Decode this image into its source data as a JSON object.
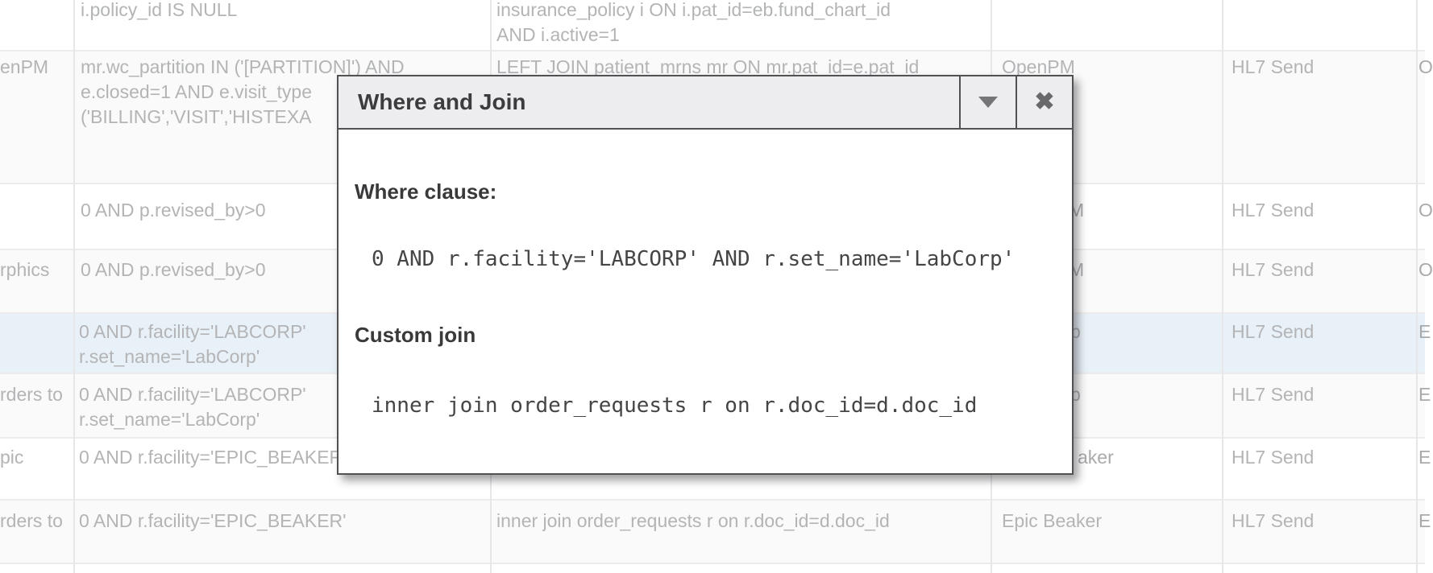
{
  "colors": {
    "selected_row_bg": "#e9f1f8",
    "row_stripe_bg": "#fafafa",
    "modal_header_bg": "#ededf0",
    "modal_border": "#515154",
    "muted_table_text": "#b3b4b6"
  },
  "modal": {
    "title": "Where and Join",
    "minimize_icon": "triangle-down",
    "close_icon": "x",
    "where_label": "Where clause:",
    "where_value": "0 AND r.facility='LABCORP' AND r.set_name='LabCorp'",
    "join_label": "Custom join",
    "join_value": "inner join order_requests r on r.doc_id=d.doc_id"
  },
  "table": {
    "rows": [
      {
        "name": "",
        "where": [
          "i.policy_id IS NULL"
        ],
        "join": [
          "insurance_policy i ON i.pat_id=eb.fund_chart_id",
          "AND i.active=1"
        ],
        "source": "",
        "action": "",
        "edge": ""
      },
      {
        "name": "enPM",
        "where": [
          "mr.wc_partition IN ('[PARTITION]') AND",
          "e.closed=1 AND e.visit_type",
          "('BILLING','VISIT','HISTEXA"
        ],
        "join": [
          "LEFT JOIN patient_mrns mr ON mr.pat_id=e.pat_id"
        ],
        "source": "OpenPM",
        "action": "HL7 Send",
        "edge": "O"
      },
      {
        "name": "",
        "where": [
          "0 AND p.revised_by>0"
        ],
        "source_fragment": "M",
        "action": "HL7 Send",
        "edge": "O"
      },
      {
        "name": "rphics",
        "where": [
          "0 AND p.revised_by>0"
        ],
        "source_fragment": "M",
        "action": "HL7 Send",
        "edge": "O"
      },
      {
        "name": "",
        "selected": true,
        "where": [
          "0 AND r.facility='LABCORP'",
          "r.set_name='LabCorp'"
        ],
        "source_fragment": "b",
        "action": "HL7 Send",
        "edge": "E"
      },
      {
        "name": "rders to",
        "where": [
          "0 AND r.facility='LABCORP'",
          "r.set_name='LabCorp'"
        ],
        "source_fragment": "b",
        "action": "HL7 Send",
        "edge": "E"
      },
      {
        "name": "pic",
        "where": [
          "0 AND r.facility='EPIC_BEAKER'"
        ],
        "source_fragment": "aker",
        "action": "HL7 Send",
        "edge": "E"
      },
      {
        "name": "rders to",
        "where": [
          "0 AND r.facility='EPIC_BEAKER'"
        ],
        "join": [
          "inner join order_requests r on r.doc_id=d.doc_id"
        ],
        "source": "Epic Beaker",
        "action": "HL7 Send",
        "edge": "E"
      }
    ]
  }
}
